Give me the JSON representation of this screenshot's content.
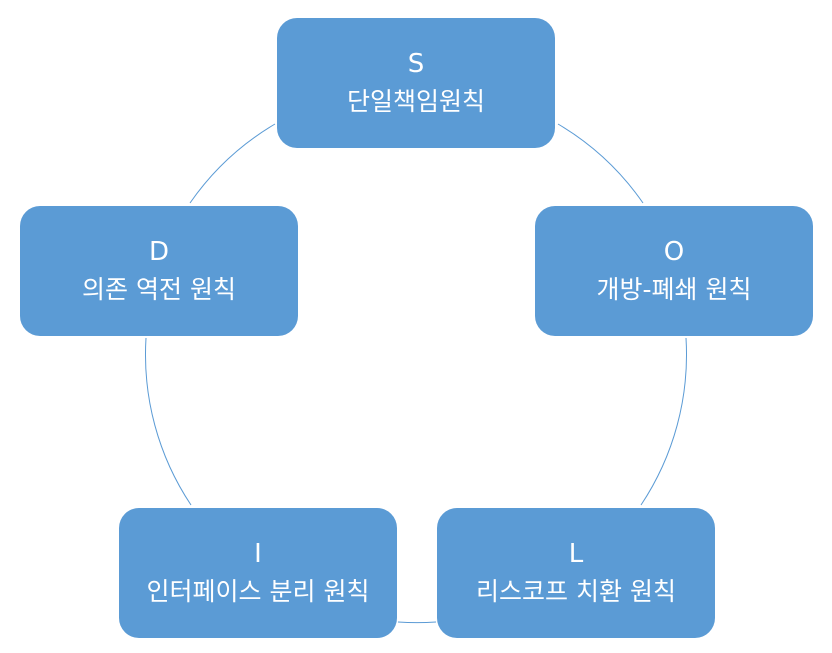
{
  "colors": {
    "node_fill": "#5b9bd5",
    "node_text": "#ffffff",
    "ring_stroke": "#5b9bd5"
  },
  "nodes": [
    {
      "id": "s",
      "letter": "S",
      "label": "단일책임원칙"
    },
    {
      "id": "o",
      "letter": "O",
      "label": "개방-폐쇄 원칙"
    },
    {
      "id": "l",
      "letter": "L",
      "label": "리스코프 치환 원칙"
    },
    {
      "id": "i",
      "letter": "I",
      "label": "인터페이스 분리 원칙"
    },
    {
      "id": "d",
      "letter": "D",
      "label": "의존 역전 원칙"
    }
  ]
}
